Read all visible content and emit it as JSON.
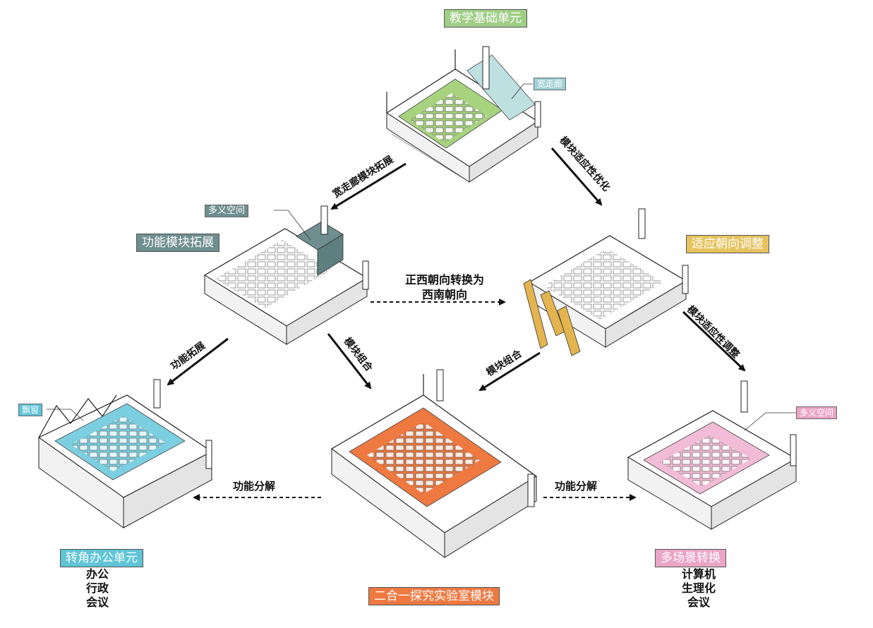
{
  "modules": {
    "base": {
      "title": "教学基础单元",
      "corridor_tag": "宽走廊",
      "color": "#9fcf86",
      "corridor_color": "#bfe0e0"
    },
    "function_ext": {
      "title": "功能模块拓展",
      "multi_space_tag": "多义空间",
      "accent": "#5e7f80"
    },
    "orientation": {
      "title": "适应朝向调整",
      "fin_color": "#e3b44f"
    },
    "office": {
      "title": "转角办公单元",
      "bay_tag": "飘窗",
      "uses": [
        "办公",
        "行政",
        "会议"
      ],
      "color": "#7ccfe0"
    },
    "lab": {
      "title": "二合一探究实验室模块",
      "color": "#ee7941"
    },
    "multi": {
      "title": "多场景转换",
      "multi_space_tag": "多义空间",
      "uses": [
        "计算机",
        "生理化",
        "会议"
      ],
      "color": "#f2bcd6"
    }
  },
  "transitions": {
    "wide_corridor_ext": "宽走廊模块拓展",
    "adaptive_opt": "模块适应性优化",
    "orientation_change_line1": "正西朝向转换为",
    "orientation_change_line2": "西南朝向",
    "adaptive_adjust": "模块适应性调整",
    "function_ext": "功能拓展",
    "module_combine_a": "模块组合",
    "module_combine_b": "模块组合",
    "decompose_left": "功能分解",
    "decompose_right": "功能分解"
  }
}
